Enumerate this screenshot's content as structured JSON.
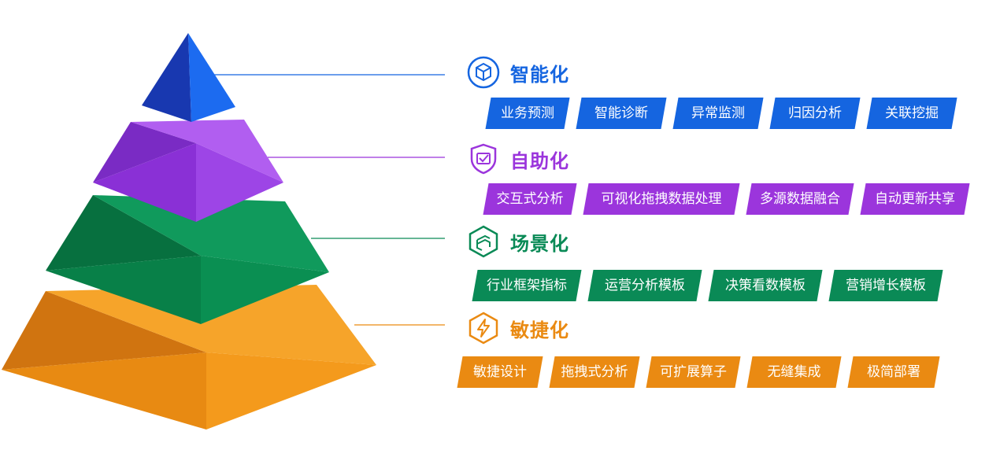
{
  "levels": [
    {
      "key": "intelligent",
      "title": "智能化",
      "icon": "cube-hexagon-icon",
      "color": "#1565e0",
      "tags": [
        "业务预测",
        "智能诊断",
        "异常监测",
        "归因分析",
        "关联挖掘"
      ]
    },
    {
      "key": "self-service",
      "title": "自助化",
      "icon": "shield-check-icon",
      "color": "#9b35dc",
      "tags": [
        "交互式分析",
        "可视化拖拽数据处理",
        "多源数据融合",
        "自动更新共享"
      ]
    },
    {
      "key": "scenario",
      "title": "场景化",
      "icon": "layered-hexagon-icon",
      "color": "#0a8a56",
      "tags": [
        "行业框架指标",
        "运营分析模板",
        "决策看数模板",
        "营销增长模板"
      ]
    },
    {
      "key": "agile",
      "title": "敏捷化",
      "icon": "lightning-hexagon-icon",
      "color": "#ea8a12",
      "tags": [
        "敏捷设计",
        "拖拽式分析",
        "可扩展算子",
        "无缝集成",
        "极简部署"
      ]
    }
  ]
}
